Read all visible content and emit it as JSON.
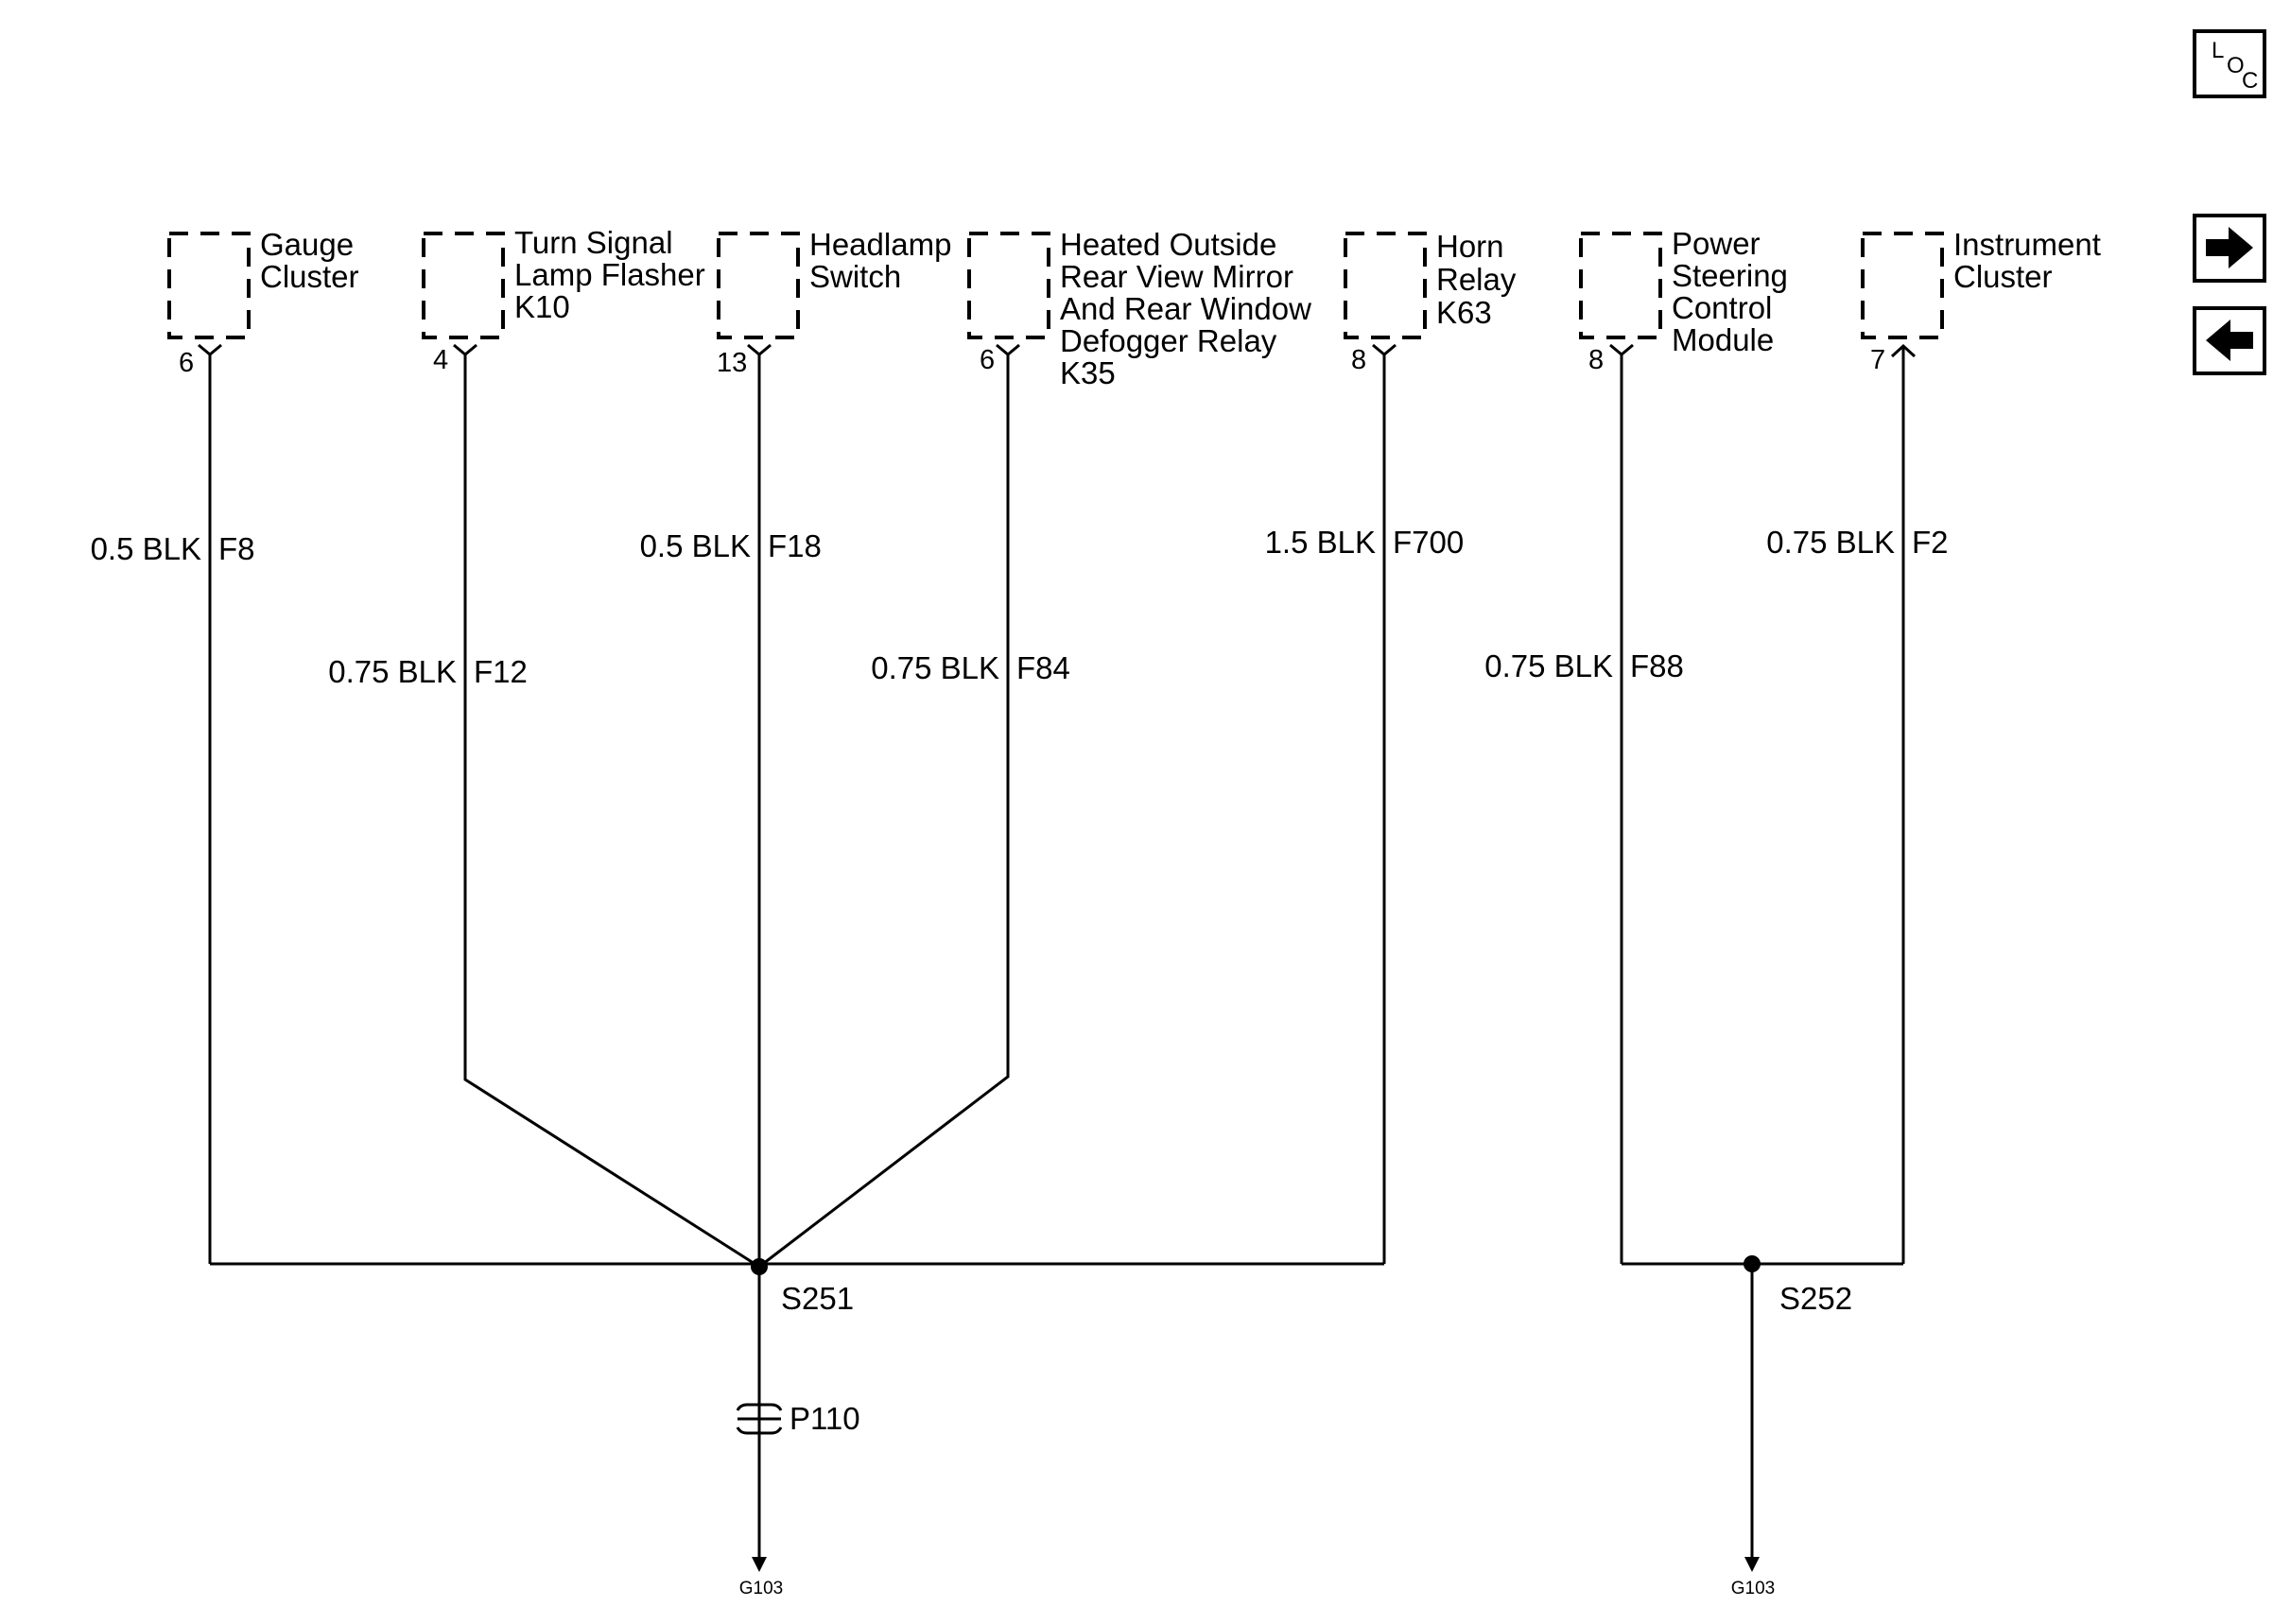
{
  "nav": {
    "loc_letters": [
      "L",
      "O",
      "C"
    ],
    "next_icon": "arrow-right-icon",
    "prev_icon": "arrow-left-icon"
  },
  "components": [
    {
      "lines": [
        "Gauge",
        "Cluster"
      ],
      "pin": "6"
    },
    {
      "lines": [
        "Turn Signal",
        "Lamp Flasher",
        "K10"
      ],
      "pin": "4"
    },
    {
      "lines": [
        "Headlamp",
        "Switch"
      ],
      "pin": "13"
    },
    {
      "lines": [
        "Heated Outside",
        "Rear View Mirror",
        "And Rear Window",
        "Defogger Relay",
        "K35"
      ],
      "pin": "6"
    },
    {
      "lines": [
        "Horn",
        "Relay",
        "K63"
      ],
      "pin": "8"
    },
    {
      "lines": [
        "Power",
        "Steering",
        "Control",
        "Module"
      ],
      "pin": "8"
    },
    {
      "lines": [
        "Instrument",
        "Cluster"
      ],
      "pin": "7"
    }
  ],
  "wires": [
    {
      "spec": "0.5 BLK",
      "circuit": "F8"
    },
    {
      "spec": "0.75 BLK",
      "circuit": "F12"
    },
    {
      "spec": "0.5 BLK",
      "circuit": "F18"
    },
    {
      "spec": "0.75 BLK",
      "circuit": "F84"
    },
    {
      "spec": "1.5 BLK",
      "circuit": "F700"
    },
    {
      "spec": "0.75 BLK",
      "circuit": "F88"
    },
    {
      "spec": "0.75 BLK",
      "circuit": "F2"
    }
  ],
  "splices": {
    "left": "S251",
    "right": "S252"
  },
  "connector": "P110",
  "grounds": {
    "left": "G103",
    "right": "G103"
  }
}
